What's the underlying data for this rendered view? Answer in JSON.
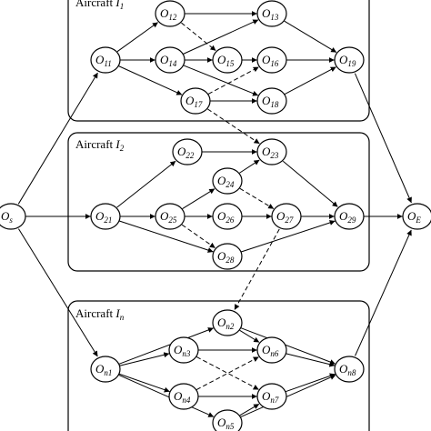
{
  "boxes": [
    {
      "id": "box1",
      "title": "Aircraft ",
      "var": "I",
      "sub": "1"
    },
    {
      "id": "box2",
      "title": "Aircraft ",
      "var": "I",
      "sub": "2"
    },
    {
      "id": "boxn",
      "title": "Aircraft ",
      "var": "I",
      "sub": "n"
    }
  ],
  "nodes": [
    {
      "id": "Os",
      "main": "O",
      "sub": "s",
      "sub_italic": true
    },
    {
      "id": "OE",
      "main": "O",
      "sub": "E",
      "sub_italic": true
    },
    {
      "id": "O11",
      "main": "O",
      "sub": "11",
      "sub_italic": false
    },
    {
      "id": "O12",
      "main": "O",
      "sub": "12",
      "sub_italic": false
    },
    {
      "id": "O13",
      "main": "O",
      "sub": "13",
      "sub_italic": false
    },
    {
      "id": "O14",
      "main": "O",
      "sub": "14",
      "sub_italic": false
    },
    {
      "id": "O15",
      "main": "O",
      "sub": "15",
      "sub_italic": false
    },
    {
      "id": "O16",
      "main": "O",
      "sub": "16",
      "sub_italic": false
    },
    {
      "id": "O17",
      "main": "O",
      "sub": "17",
      "sub_italic": false
    },
    {
      "id": "O18",
      "main": "O",
      "sub": "18",
      "sub_italic": false
    },
    {
      "id": "O19",
      "main": "O",
      "sub": "19",
      "sub_italic": false
    },
    {
      "id": "O21",
      "main": "O",
      "sub": "21",
      "sub_italic": false
    },
    {
      "id": "O22",
      "main": "O",
      "sub": "22",
      "sub_italic": false
    },
    {
      "id": "O23",
      "main": "O",
      "sub": "23",
      "sub_italic": false
    },
    {
      "id": "O24",
      "main": "O",
      "sub": "24",
      "sub_italic": false
    },
    {
      "id": "O25",
      "main": "O",
      "sub": "25",
      "sub_italic": false
    },
    {
      "id": "O26",
      "main": "O",
      "sub": "26",
      "sub_italic": false
    },
    {
      "id": "O27",
      "main": "O",
      "sub": "27",
      "sub_italic": false
    },
    {
      "id": "O28",
      "main": "O",
      "sub": "28",
      "sub_italic": false
    },
    {
      "id": "O29",
      "main": "O",
      "sub": "29",
      "sub_italic": false
    },
    {
      "id": "On1",
      "main": "O",
      "sub": "n1",
      "sub_italic": "mixed"
    },
    {
      "id": "On2",
      "main": "O",
      "sub": "n2",
      "sub_italic": "mixed"
    },
    {
      "id": "On3",
      "main": "O",
      "sub": "n3",
      "sub_italic": "mixed"
    },
    {
      "id": "On4",
      "main": "O",
      "sub": "n4",
      "sub_italic": "mixed"
    },
    {
      "id": "On5",
      "main": "O",
      "sub": "n5",
      "sub_italic": "mixed"
    },
    {
      "id": "On6",
      "main": "O",
      "sub": "n6",
      "sub_italic": "mixed"
    },
    {
      "id": "On7",
      "main": "O",
      "sub": "n7",
      "sub_italic": "mixed"
    },
    {
      "id": "On8",
      "main": "O",
      "sub": "n8",
      "sub_italic": "mixed"
    }
  ],
  "edges": [
    {
      "from": "Os",
      "to": "O11",
      "style": "solid"
    },
    {
      "from": "Os",
      "to": "O21",
      "style": "solid"
    },
    {
      "from": "Os",
      "to": "On1",
      "style": "solid"
    },
    {
      "from": "O19",
      "to": "OE",
      "style": "solid"
    },
    {
      "from": "O29",
      "to": "OE",
      "style": "solid"
    },
    {
      "from": "On8",
      "to": "OE",
      "style": "solid"
    },
    {
      "from": "O11",
      "to": "O12",
      "style": "solid"
    },
    {
      "from": "O11",
      "to": "O14",
      "style": "solid"
    },
    {
      "from": "O11",
      "to": "O17",
      "style": "solid"
    },
    {
      "from": "O12",
      "to": "O13",
      "style": "solid"
    },
    {
      "from": "O14",
      "to": "O13",
      "style": "solid"
    },
    {
      "from": "O14",
      "to": "O15",
      "style": "solid"
    },
    {
      "from": "O14",
      "to": "O18",
      "style": "solid"
    },
    {
      "from": "O15",
      "to": "O16",
      "style": "solid"
    },
    {
      "from": "O17",
      "to": "O18",
      "style": "solid"
    },
    {
      "from": "O13",
      "to": "O19",
      "style": "solid"
    },
    {
      "from": "O16",
      "to": "O19",
      "style": "solid"
    },
    {
      "from": "O18",
      "to": "O19",
      "style": "solid"
    },
    {
      "from": "O12",
      "to": "O15",
      "style": "dashed"
    },
    {
      "from": "O17",
      "to": "O16",
      "style": "dashed"
    },
    {
      "from": "O21",
      "to": "O22",
      "style": "solid"
    },
    {
      "from": "O21",
      "to": "O25",
      "style": "solid"
    },
    {
      "from": "O21",
      "to": "O28",
      "style": "solid"
    },
    {
      "from": "O22",
      "to": "O23",
      "style": "solid"
    },
    {
      "from": "O25",
      "to": "O24",
      "style": "solid"
    },
    {
      "from": "O25",
      "to": "O26",
      "style": "solid"
    },
    {
      "from": "O24",
      "to": "O23",
      "style": "solid"
    },
    {
      "from": "O26",
      "to": "O27",
      "style": "solid"
    },
    {
      "from": "O23",
      "to": "O29",
      "style": "solid"
    },
    {
      "from": "O27",
      "to": "O29",
      "style": "solid"
    },
    {
      "from": "O28",
      "to": "O29",
      "style": "solid"
    },
    {
      "from": "O24",
      "to": "O27",
      "style": "dashed"
    },
    {
      "from": "O25",
      "to": "O28",
      "style": "dashed"
    },
    {
      "from": "On1",
      "to": "On2",
      "style": "solid"
    },
    {
      "from": "On1",
      "to": "On3",
      "style": "solid"
    },
    {
      "from": "On1",
      "to": "On4",
      "style": "solid"
    },
    {
      "from": "On1",
      "to": "On5",
      "style": "solid"
    },
    {
      "from": "On2",
      "to": "On6",
      "style": "solid"
    },
    {
      "from": "On3",
      "to": "On6",
      "style": "solid"
    },
    {
      "from": "On4",
      "to": "On7",
      "style": "solid"
    },
    {
      "from": "On5",
      "to": "On7",
      "style": "solid"
    },
    {
      "from": "On2",
      "to": "On8",
      "style": "solid"
    },
    {
      "from": "On6",
      "to": "On8",
      "style": "solid"
    },
    {
      "from": "On7",
      "to": "On8",
      "style": "solid"
    },
    {
      "from": "On5",
      "to": "On8",
      "style": "solid"
    },
    {
      "from": "On3",
      "to": "On7",
      "style": "dashed"
    },
    {
      "from": "On4",
      "to": "On6",
      "style": "dashed"
    },
    {
      "from": "O17",
      "to": "O23",
      "style": "dashed"
    },
    {
      "from": "O27",
      "to": "On2",
      "style": "dashed"
    }
  ]
}
